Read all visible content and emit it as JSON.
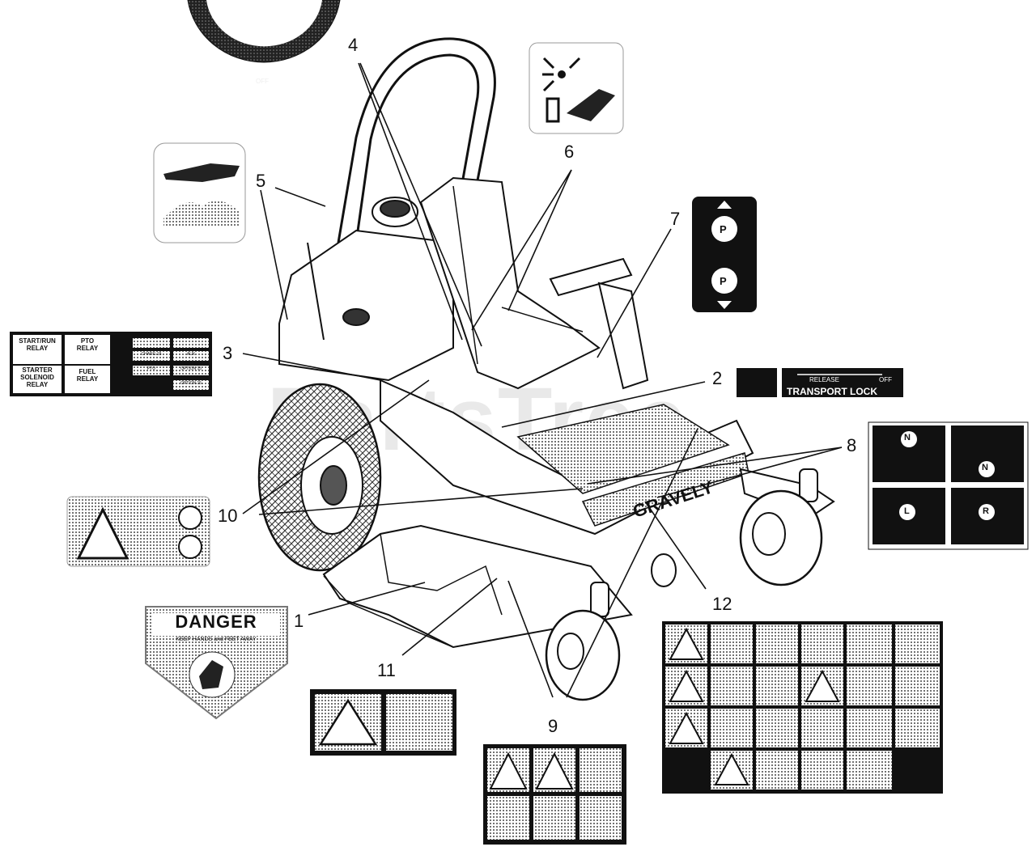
{
  "watermark": "PartsTree",
  "callouts": [
    "1",
    "2",
    "3",
    "4",
    "5",
    "6",
    "7",
    "8",
    "9",
    "10",
    "11",
    "12"
  ],
  "decals": {
    "throttle": {
      "off": "OFF"
    },
    "relay": {
      "cells": [
        "START/RUN\nRELAY",
        "PTO\nRELAY",
        "STARTER\nSOLENOID\nRELAY",
        "FUEL\nRELAY"
      ],
      "fuses": [
        "CHARG 15",
        "AUX",
        "PTO",
        "OPTION 15",
        "OPTION 15"
      ]
    },
    "transport_lock": {
      "release": "RELEASE",
      "off": "OFF",
      "title": "TRANSPORT LOCK"
    },
    "danger": {
      "title": "DANGER",
      "subtitle": "KEEP HANDS and FEET AWAY"
    },
    "deck_brand": "GRAVELY",
    "decal_8_letters": [
      "N",
      "N",
      "L",
      "R"
    ],
    "decal_7_letters": [
      "P",
      "P"
    ]
  }
}
